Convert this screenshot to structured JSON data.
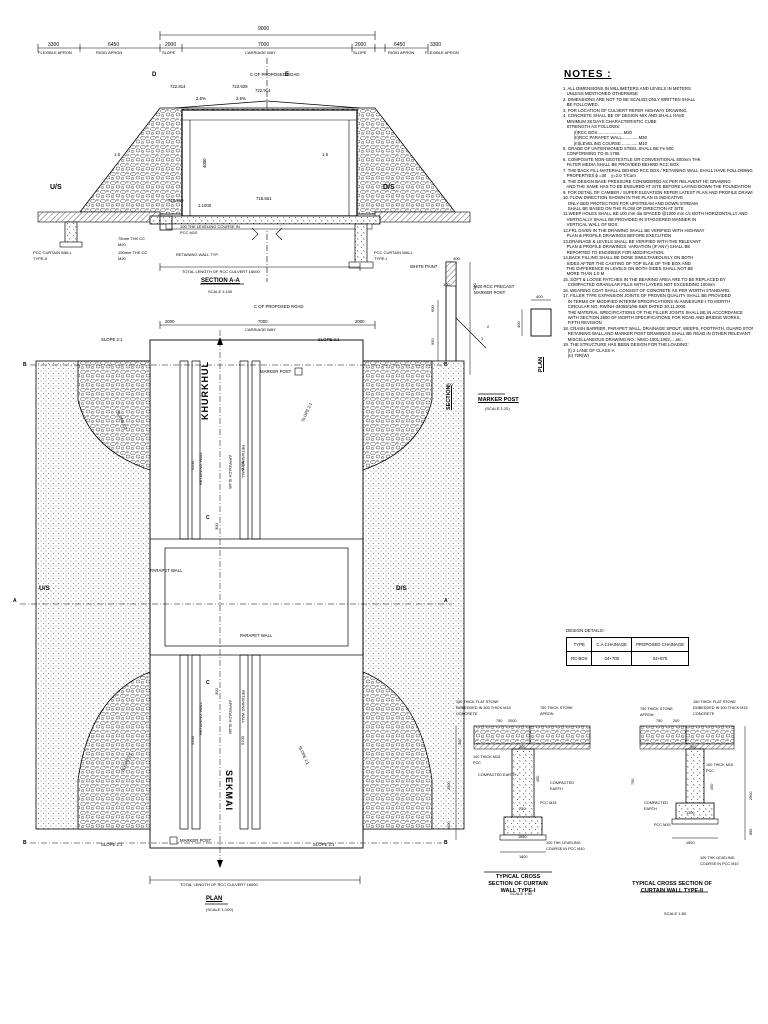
{
  "section_aa": {
    "top_dims": [
      "9000",
      "3300",
      "6450",
      "2000",
      "7000",
      "2000",
      "6450",
      "3300"
    ],
    "top_dim_labels": [
      "FLEXIBLE APRON",
      "RIGID APRON",
      "SLOPE",
      "CARRIAGE WAY",
      "SLOPE",
      "RIGID APRON",
      "FLEXIBLE APRON"
    ],
    "cl_label": "C OF PROPOSED ROAD",
    "levels": [
      "722.914",
      "722.929",
      "722.914",
      "718.569",
      "718.561"
    ],
    "slopes": [
      "1.5",
      "1.5"
    ],
    "camber": [
      "2.5%",
      "2.5%"
    ],
    "markers": [
      "D",
      "E"
    ],
    "box_dims": [
      "4000",
      "1.1000"
    ],
    "us": "U/S",
    "ds": "D/S",
    "curtain_left": "PCC CURTAIN WALL TYPE-II",
    "curtain_right": "PCC CURTAIN WALL TYPE-I",
    "bedding_1": "75mm THK CC M20",
    "bedding_2": "150mm THK CC M20",
    "leveling": "100 THK LEVELING COURSE IN PCC M10",
    "retaining": "RETAINING WALL TYP.",
    "total_length": "TOTAL LENGTH OF RCC CULVERT 16000",
    "title": "SECTION A-A",
    "scale": "SCALE 1:100"
  },
  "marker_post": {
    "white_paint": "WHITE PAINT",
    "precast": "M20 RCC PRECAST MARKER POST",
    "dims": [
      "400",
      "100",
      "250",
      "950",
      "600",
      "400",
      "400",
      "400",
      "2",
      "1"
    ],
    "section_label": "SECTION",
    "plan_label": "PLAN",
    "title": "MARKER POST",
    "scale": "(SCALE 1:20)"
  },
  "plan": {
    "cl_label": "C OF PROPOSED ROAD",
    "dims": [
      "2000",
      "7000",
      "2000"
    ],
    "carriage": "CARRIAGE WAY",
    "markers": [
      "B",
      "B",
      "A",
      "A",
      "B",
      "B",
      "C",
      "C",
      "D",
      "E"
    ],
    "slopes": [
      "SLOPE 2:1",
      "SLOPE 2:1",
      "SLOPE 2:1",
      "SLOPE 2:1"
    ],
    "slope_diag": [
      "SLOPE 2:1",
      "SLOPE 2:1",
      "SLOPE 2:1",
      "SLOPE 2:1"
    ],
    "marker_post": [
      "MARKER POST",
      "MARKER POST"
    ],
    "khurkhul": "KHURKHUL",
    "sekmai": "SEKMAI",
    "retaining_wall": "RETAINING WALL",
    "parapet_wall": "PARAPET WALL",
    "approach_slab": "APPROACH SLAB",
    "us": "U/S",
    "ds": "D/S",
    "wall_dims": [
      "5200",
      "5200",
      "5200",
      "5200",
      "300",
      "300"
    ],
    "total_length": "TOTAL LENGTH OF RCC CULVERT 16000",
    "title": "PLAN",
    "scale": "(SCALE 1:100)"
  },
  "curtain_1": {
    "labels": [
      "150 THICK FLAT STONE EMBEDDED IN 300 THICK M15 CONCRETE",
      "750 THICK STONE APRON",
      "100 THICK M15 PCC",
      "COMPACTED EARTH",
      "COMPACTED EARTH",
      "PCC M15",
      "100 THK LEVELING COURSE IN PCC M10"
    ],
    "dims": [
      "750",
      "2000",
      "450",
      "1600",
      "2500",
      "200",
      "750",
      "300",
      "1800",
      "1650"
    ],
    "title": "TYPICAL CROSS SECTION OF CURTAIN WALL TYPE-I",
    "scale": "SCALE 1:50"
  },
  "curtain_2": {
    "labels": [
      "150 THICK FLAT STONE EMBEDDED IN 300 THICK M15 CONCRETE",
      "750 THICK STONE APRON",
      "100 THICK M15 PCC",
      "COMPACTED EARTH",
      "PCC M15",
      "100 THK LEVELING COURSE IN PCC M10"
    ],
    "dims": [
      "200",
      "750",
      "300",
      "450",
      "1300",
      "1500",
      "750",
      "2500",
      "850"
    ],
    "title": "TYPICAL CROSS SECTION OF CURTAIN WALL TYPE-II",
    "scale": "SCALE 1:50"
  },
  "notes": {
    "title": "NOTES :",
    "lines": [
      "1. ALL DIMENSIONS IN MILLIMETERS AND LEVELS IN METERS",
      "   UNLESS MENTIONED OTHERWISE",
      "2. DIMENSIONS ARE NOT TO BE SCALED;ONLY WRITTEN SHALL",
      "   BE FOLLOWED.",
      "3. FOR LOCATION OF CULVERT REFER HIGHWAY DRAWING.",
      "4. CONCRETE SHALL BE OF DESIGN MIX AND SHALL HAVE",
      "   MINIMUM 28 DAYS CHARACTERISTIC CUBE",
      "   STRENGTH AS FOLLOWS:",
      "         (I)RCC BOX......................M30",
      "         (II)RCC PARAPET WALL..............M30",
      "         (III)LEVELING COURSE ..............M10",
      "5. GRADE OF UNTENSIONED STEEL SHALL BE Fe 500",
      "   CONFORMING TO IS 1786.",
      "6. COMPOSITE NON-GEOTEXTILE OR CONVENTIONAL 600mm THK",
      "   FILTER MEDIA SHALL BE PROVIDED BEHIND RCC BOX",
      "7. THE BACK FILL MATERIAL BEHIND RCC BOX / RETAINING WALL SHALL HAVE FOLLOWING",
      "   PROPERTIES ϕ =30    γ=2.0 T/Cum",
      "8. THE DESIGN BASE PRESSURE CONSIDERED AS PER RELAVENT HC DRAWING",
      "   AND THE SAME HAS TO BE ENSURED AT SITE BEFORE LAYING DOWN THE FOUNDATION",
      "9. FOR DETAIL OF CAMBER / SUPER ELEVATION REFER LATEST PLAN AND PROFILE DRAWING",
      "10. FLOW DIRECTION SHOWN IN THE PLAN IS INDICATIVE",
      "    ONLY BED PROTECTION FOR UPSTREAM AND DOWN STREAM",
      "    SHALL BE BASED ON THE FLOW OF DIRECTION AT SITE",
      "11.WEEP HOLES SHALL BE 100 mm dia SPACED @1000 mm c/c BOTH HORIZONTALLY AND",
      "   VERTICALLY SHALL BE PROVIDED IN STAGGERED MANNER IN",
      "   VERTICAL WALL OF BOX.",
      "12.FRL GIVEN IN THE DRAWING SHALL BE VERIFIED WITH HIGHWAY",
      "   PLAN & PROFILE DRAWINGS BEFORE EXECUTION",
      "13.DRAINAGE & LEVELS SHALL BE VERIFIED WITH THE RELEVANT",
      "   PLAN & PROFILE DRAWINGS. VARIATION (IF ANY) SHALL BE",
      "   REPORTED TO ENGINEER FOR MODIFICATION.",
      "14.BACK FILLING SHALL BE DONE SIMULTANEOUSLY ON BOTH",
      "   SIDES AFTER THE CASTING OF TOP SLAB OF THE BOX AND",
      "   THE DIFFERENCE IN LEVELS ON BOTH SIDES SHALL NOT BE",
      "   MORE THAN 1.0 M",
      "15. SOFT & LOOSE PATCHES IN THE BEARING AREA ARE TO BE REPLACED BY",
      "    COMPACTED GRANULAR FILLS WITH LAYERS NOT EXCEEDING 100mm",
      "16. WEARING COAT SHALL CONSIST OF CONCRETE AS PER WORTH STANDARD.",
      "17. FILLER TYPE EXPANSION JOINTS OF PROVEN QUALITY SHALL BE PROVIDED",
      "    IN TERMS OF MODIFIED INTERIM SPECIFICATIONS IN ANNEXURE-I TO MORTH",
      "    CIRCULAR NO. RW/NH-34059/1/96-S&R DATED 30.11.2000.",
      "    THE MATERIAL SPECIFICATIONS OF THE FILLER JOINTS SHALL BE IN ACCORDANCE",
      "    WITH SECTION 2600 OF MORTH SPECIFICATIONS FOR ROAD AND BRIDGE WORKS,",
      "    FIFTH REVISION",
      "18. CRASH BARRIER, PARAPET WALL, DRAINAGE SPOUT, WEEPS, FOOTPATH, GUARD STONE,",
      "    RETAINING WALL AND MARKER POST DRAWINGS SHALL BE READ IN OTHER RELEVANT",
      "    MISCELLANEOUS DRAWING NO.: MISC-1001,1002,....etc.",
      "19. THE STRUCTURE HAS BEEN DESIGN FOR THE LOADING:",
      "    (I) 2 LANE OF CLASS-A",
      "    (II) 70R(W)"
    ]
  },
  "design_details": {
    "title": "DESIGN DETAILS:-",
    "headers": [
      "TYPE",
      "C.A CHAINAGE",
      "PROPOSED CHAINAGE"
    ],
    "row": [
      "RC BOX",
      "04+700",
      "04+870"
    ]
  }
}
